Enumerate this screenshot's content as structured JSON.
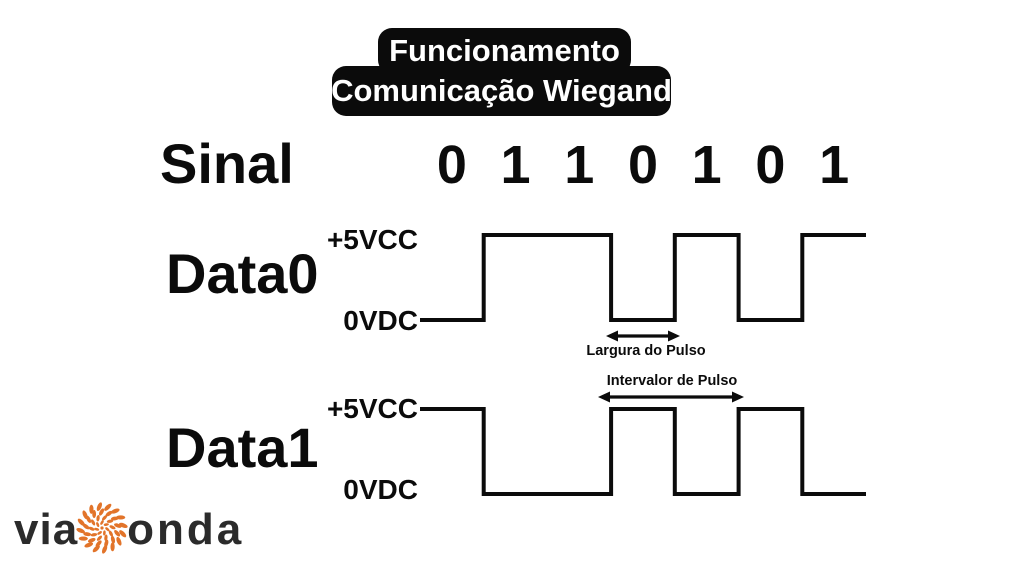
{
  "title": {
    "line1": "Funcionamento",
    "line2": "Comunicação Wiegand"
  },
  "signal": {
    "label": "Sinal",
    "bits": [
      "0",
      "1",
      "1",
      "0",
      "1",
      "0",
      "1"
    ]
  },
  "data0": {
    "label": "Data0",
    "high_label": "+5VCC",
    "low_label": "0VDC",
    "active_bit": "1",
    "levels_vcc": [
      0,
      5,
      5,
      0,
      5,
      0,
      5
    ]
  },
  "data1": {
    "label": "Data1",
    "high_label": "+5VCC",
    "low_label": "0VDC",
    "active_bit": "0",
    "levels_vcc": [
      5,
      0,
      0,
      5,
      0,
      5,
      0
    ]
  },
  "annotations": {
    "pulse_width": "Largura do Pulso",
    "pulse_interval": "Intervalor de Pulso"
  },
  "logo": {
    "prefix": "via",
    "suffix": "onda",
    "spiral_icon": "orange-nautilus-spiral"
  },
  "colors": {
    "ink": "#0b0b0b",
    "background": "#ffffff",
    "badge_bg": "#0b0b0b",
    "badge_text": "#ffffff",
    "logo_text": "#2b2b2b",
    "logo_spiral": "#e2742a"
  }
}
